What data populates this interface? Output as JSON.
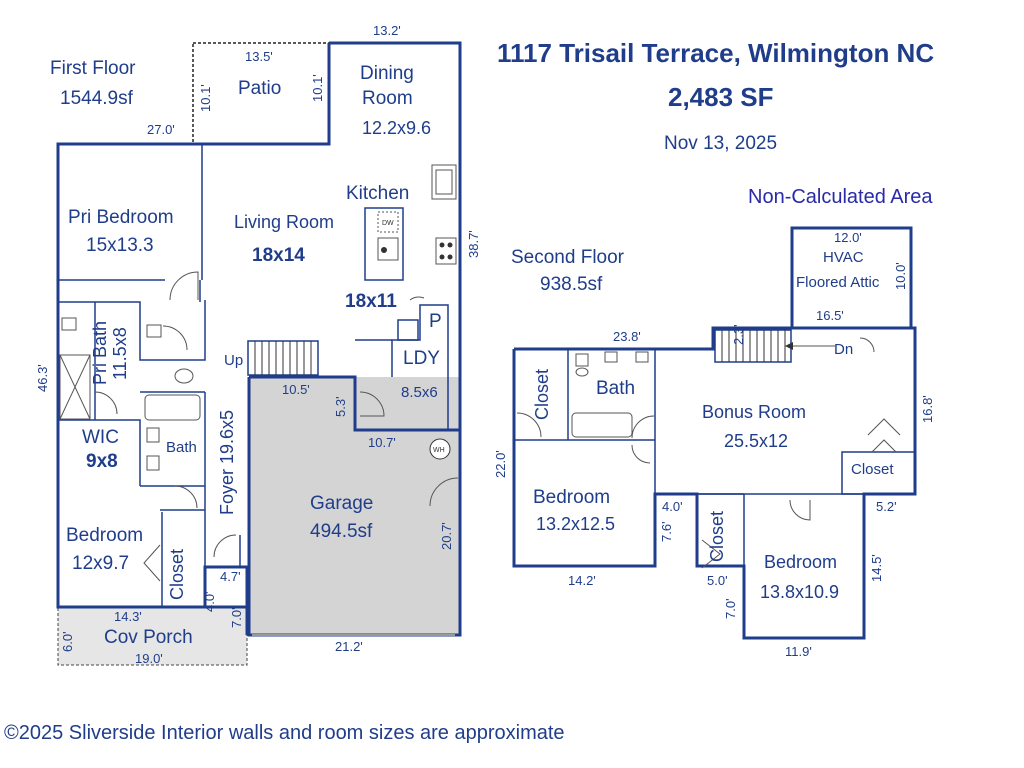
{
  "header": {
    "address": "1117 Trisail Terrace, Wilmington NC",
    "total_sf": "2,483 SF",
    "date": "Nov 13, 2025",
    "non_calc": "Non-Calculated Area"
  },
  "first_floor": {
    "title": "First Floor",
    "area": "1544.9sf",
    "rooms": {
      "patio": "Patio",
      "dining": "Dining",
      "dining2": "Room",
      "dining_size": "12.2x9.6",
      "kitchen": "Kitchen",
      "kitchen_size": "18x11",
      "living": "Living Room",
      "living_size": "18x14",
      "pri_bed": "Pri Bedroom",
      "pri_bed_size": "15x13.3",
      "pri_bath": "Pri Bath",
      "pri_bath_size": "11.5x8",
      "wic": "WIC",
      "wic_size": "9x8",
      "bath": "Bath",
      "bedroom": "Bedroom",
      "bedroom_size": "12x9.7",
      "closet": "Closet",
      "foyer": "Foyer 19.6x5",
      "garage": "Garage",
      "garage_size": "494.5sf",
      "ldy": "LDY",
      "ldy_size": "8.5x6",
      "pantry": "P",
      "cov_porch": "Cov Porch",
      "up": "Up",
      "wh": "WH",
      "dw": "DW"
    },
    "dims": {
      "d13_2": "13.2'",
      "d13_5": "13.5'",
      "d10_1a": "10.1'",
      "d10_1b": "10.1'",
      "d27_0": "27.0'",
      "d38_7": "38.7'",
      "d46_3": "46.3'",
      "d10_5": "10.5'",
      "d5_3": "5.3'",
      "d10_7": "10.7'",
      "d20_7": "20.7'",
      "d4_7": "4.7'",
      "d4_0": "4.0'",
      "d7_0": "7.0'",
      "d14_3": "14.3'",
      "d6_0": "6.0'",
      "d19_0": "19.0'",
      "d21_2": "21.2'"
    }
  },
  "second_floor": {
    "title": "Second Floor",
    "area": "938.5sf",
    "rooms": {
      "hvac": "HVAC",
      "attic": "Floored Attic",
      "closet": "Closet",
      "bath": "Bath",
      "bonus": "Bonus Room",
      "bonus_size": "25.5x12",
      "bedroom": "Bedroom",
      "bed1_size": "13.2x12.5",
      "bed2_size": "13.8x10.9",
      "dn": "Dn"
    },
    "dims": {
      "d12_0": "12.0'",
      "d10_0": "10.0'",
      "d16_5": "16.5'",
      "d23_8": "23.8'",
      "d2_3": "2.3'",
      "d16_8": "16.8'",
      "d22_0": "22.0'",
      "d4_0": "4.0'",
      "d7_6": "7.6'",
      "d5_2": "5.2'",
      "d14_5": "14.5'",
      "d14_2": "14.2'",
      "d5_0": "5.0'",
      "d7_0": "7.0'",
      "d11_9": "11.9'"
    }
  },
  "footer": "©2025 Sliverside Interior walls and room sizes are approximate"
}
